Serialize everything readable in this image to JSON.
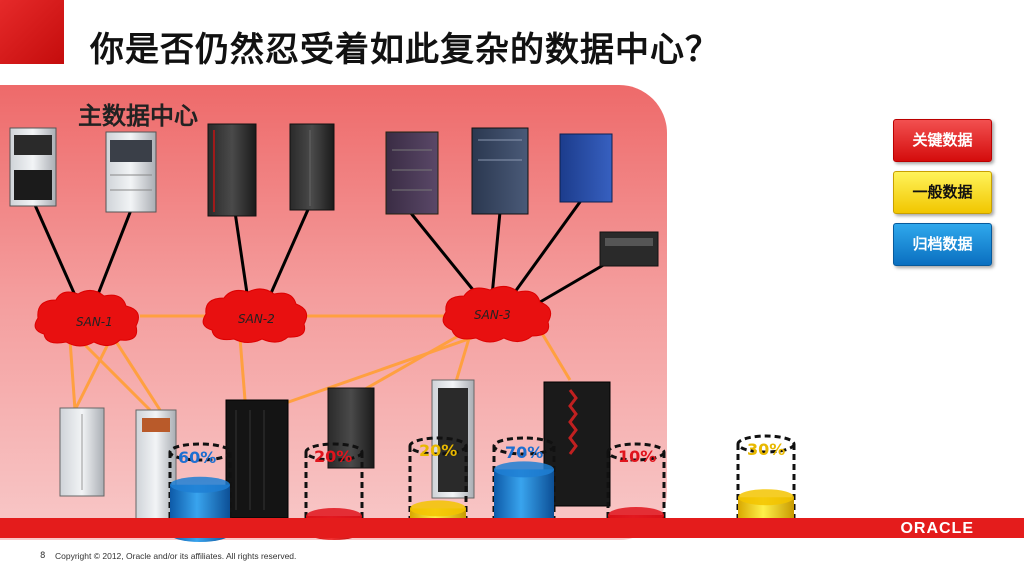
{
  "title": "你是否仍然忍受着如此复杂的数据中心？",
  "datacenter": {
    "label": "主数据中心"
  },
  "san": [
    {
      "label": "SAN-1"
    },
    {
      "label": "SAN-2"
    },
    {
      "label": "SAN-3"
    }
  ],
  "legend": {
    "critical": "关键数据",
    "general": "一般数据",
    "archive": "归档数据"
  },
  "storage": [
    {
      "percent": "60%",
      "type": "archive",
      "color": "#1e7fd4"
    },
    {
      "percent": "20%",
      "type": "critical",
      "color": "#e0141c"
    },
    {
      "percent": "20%",
      "type": "general",
      "color": "#f3c400"
    },
    {
      "percent": "70%",
      "type": "archive",
      "color": "#1e7fd4"
    },
    {
      "percent": "10%",
      "type": "critical",
      "color": "#e0141c"
    },
    {
      "percent": "30%",
      "type": "general",
      "color": "#f3c400"
    }
  ],
  "footer": {
    "page": "8",
    "copyright": "Copyright © 2012, Oracle and/or its affiliates. All rights reserved.",
    "brand": "ORACLE"
  },
  "colors": {
    "accent": "#e41c1c",
    "link": "#ffa040"
  }
}
